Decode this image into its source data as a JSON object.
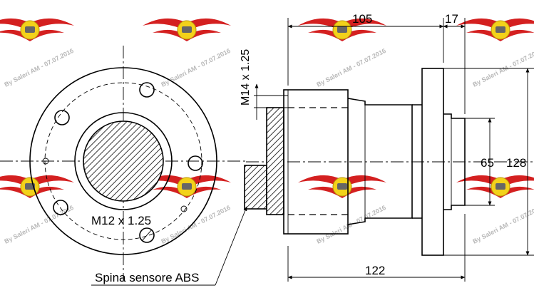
{
  "dimensions": {
    "dim_105": "105",
    "dim_17": "17",
    "dim_65": "65",
    "dim_128": "128",
    "dim_122": "122"
  },
  "labels": {
    "thread_side": "M14 x 1.25",
    "thread_front": "M12 x 1.25",
    "abs_sensor": "Spina sensore ABS"
  },
  "watermark": {
    "text": "By Saleri AM - 07.07.2016",
    "logo_color": "#d42020",
    "logo_accent": "#f3d21a"
  }
}
